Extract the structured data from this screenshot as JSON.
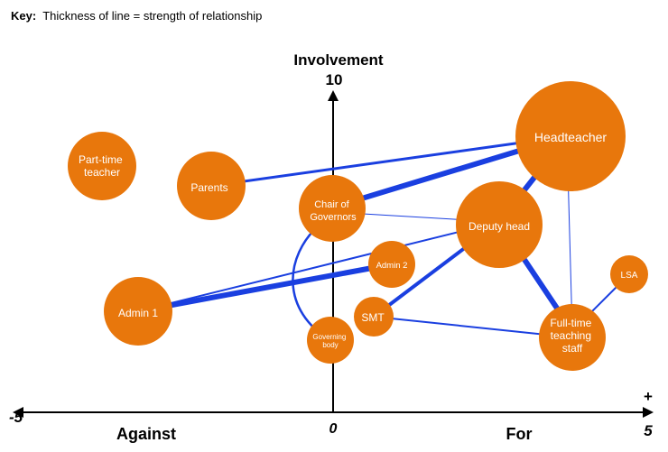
{
  "key": {
    "label": "Key:",
    "text": "Thickness of line = strength of relationship"
  },
  "axes": {
    "y_title": "Involvement",
    "y_top": "10",
    "x_left": "-5",
    "x_origin": "0",
    "x_plus": "+",
    "x_right": "5",
    "against": "Against",
    "for": "For"
  },
  "colors": {
    "node": "#E8770C",
    "link": "#1A3FE0",
    "axis": "#000000"
  },
  "nodes": [
    {
      "id": "headteacher",
      "lines": [
        "Headteacher"
      ]
    },
    {
      "id": "part-time-teacher",
      "lines": [
        "Part-time",
        "teacher"
      ]
    },
    {
      "id": "parents",
      "lines": [
        "Parents"
      ]
    },
    {
      "id": "chair-of-governors",
      "lines": [
        "Chair of",
        "Governors"
      ]
    },
    {
      "id": "deputy-head",
      "lines": [
        "Deputy head"
      ]
    },
    {
      "id": "admin-2",
      "lines": [
        "Admin 2"
      ]
    },
    {
      "id": "admin-1",
      "lines": [
        "Admin 1"
      ]
    },
    {
      "id": "smt",
      "lines": [
        "SMT"
      ]
    },
    {
      "id": "lsa",
      "lines": [
        "LSA"
      ]
    },
    {
      "id": "governing-body",
      "lines": [
        "Governing",
        "body"
      ]
    },
    {
      "id": "full-time-teaching-staff",
      "lines": [
        "Full-time",
        "teaching",
        "staff"
      ]
    }
  ]
}
